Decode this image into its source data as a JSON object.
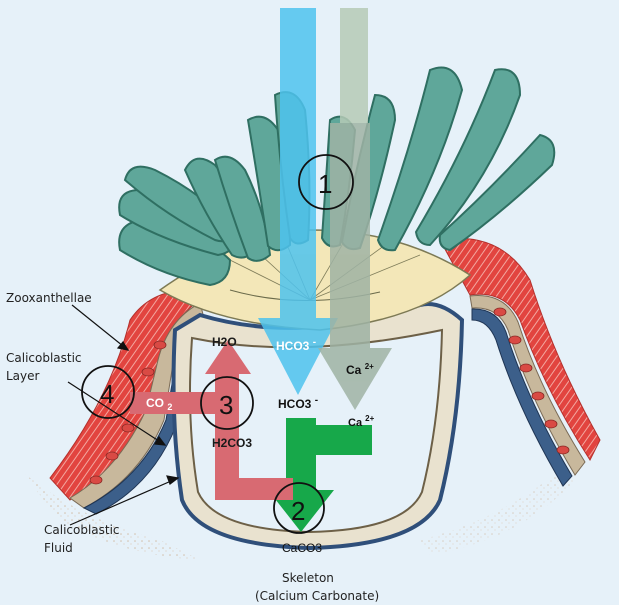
{
  "labels": {
    "zooxanthellae": "Zooxanthellae",
    "calicoblastic_layer_1": "Calicoblastic",
    "calicoblastic_layer_2": "Layer",
    "calicoblastic_fluid_1": "Calicoblastic",
    "calicoblastic_fluid_2": "Fluid",
    "skeleton_1": "Skeleton",
    "skeleton_2": "(Calcium Carbonate)",
    "h2o": "H2O",
    "hco3_top": "HCO3",
    "hco3_top_sup": "-",
    "ca_top": "Ca",
    "ca_top_sup": "2+",
    "co2": "CO",
    "co2_sub": "2",
    "hco3_low": "HCO3",
    "hco3_low_sup": "-",
    "ca_low": "Ca",
    "ca_low_sup": "2+",
    "h2co3": "H2CO3",
    "caco3": "CaCO3"
  },
  "steps": [
    "1",
    "2",
    "3",
    "4"
  ],
  "colors": {
    "background": "#e6f1f9",
    "tentacle": "#5fa79a",
    "tentacle_stroke": "#2f6f62",
    "blue_arrow": "#4ec3ee",
    "gray_arrow": "#9fb3a4",
    "green_arrow": "#17a84a",
    "pink_arrow": "#d86a72",
    "tissue_red": "#e2443f",
    "skeleton_beige": "#ddd3bc",
    "tissue_dark": "#2f4f7a"
  }
}
